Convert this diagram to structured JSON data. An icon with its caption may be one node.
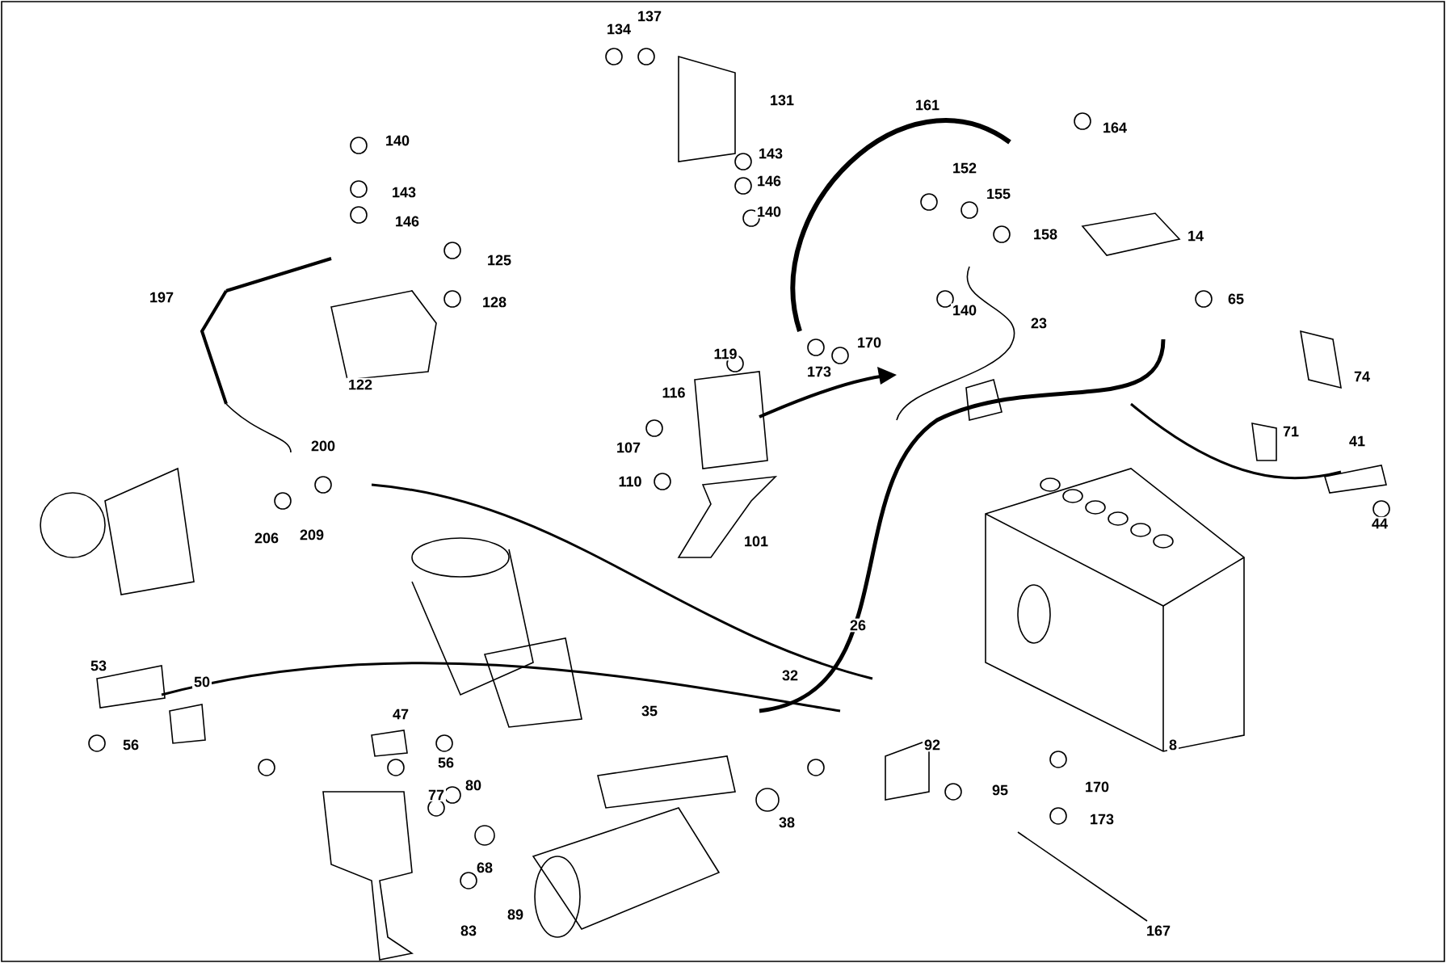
{
  "diagram": {
    "labels": [
      "137",
      "134",
      "131",
      "161",
      "164",
      "140",
      "143",
      "143",
      "146",
      "152",
      "146",
      "155",
      "140",
      "158",
      "14",
      "125",
      "197",
      "128",
      "65",
      "140",
      "23",
      "170",
      "119",
      "173",
      "74",
      "122",
      "116",
      "71",
      "41",
      "200",
      "107",
      "110",
      "44",
      "209",
      "206",
      "101",
      "26",
      "53",
      "32",
      "50",
      "35",
      "47",
      "56",
      "8",
      "92",
      "56",
      "170",
      "80",
      "95",
      "77",
      "173",
      "38",
      "68",
      "89",
      "83",
      "167"
    ]
  }
}
